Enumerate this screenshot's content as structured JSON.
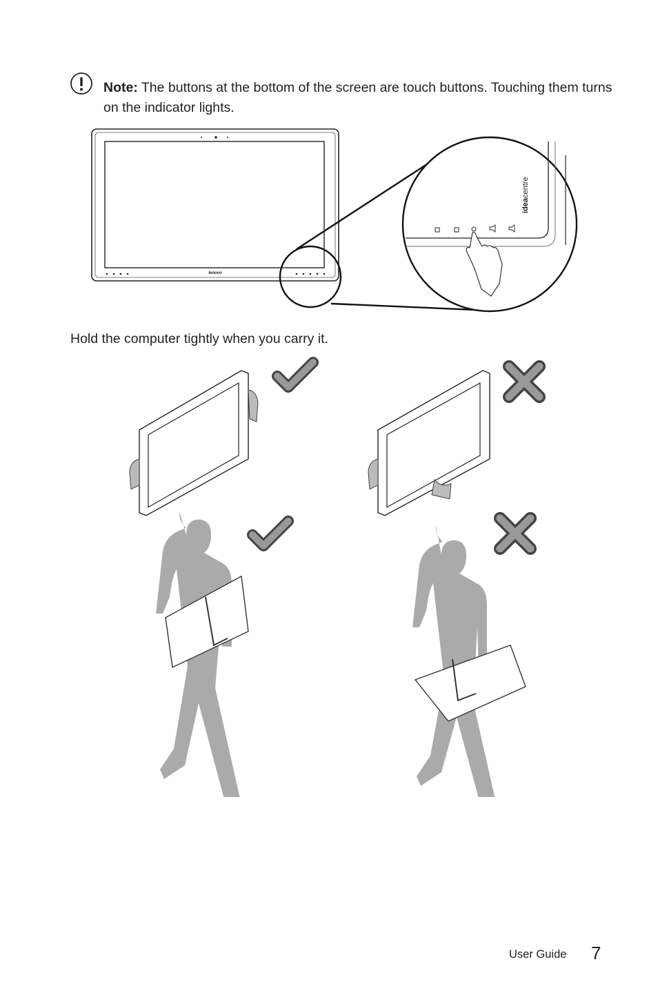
{
  "note": {
    "label": "Note:",
    "text": " The buttons at the bottom of the screen are touch buttons. Touching them turns on the indicator lights."
  },
  "figure1": {
    "monitor_brand": "lenovo",
    "zoom_brand_prefix": "idea",
    "zoom_brand_suffix": "centre"
  },
  "instruction": "Hold the computer tightly when you carry it.",
  "carry_examples": [
    {
      "position": "top-left",
      "result": "correct",
      "icon": "check-icon"
    },
    {
      "position": "top-right",
      "result": "incorrect",
      "icon": "cross-icon"
    },
    {
      "position": "bottom-left",
      "result": "correct",
      "icon": "check-icon"
    },
    {
      "position": "bottom-right",
      "result": "incorrect",
      "icon": "cross-icon"
    }
  ],
  "footer": {
    "label": "User Guide",
    "page_number": "7"
  }
}
